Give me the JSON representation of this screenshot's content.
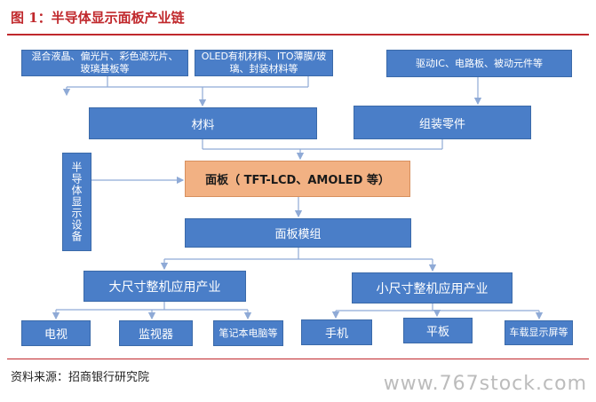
{
  "title": "图 1：半导体显示面板产业链",
  "source": "资料来源：招商银行研究院",
  "watermark": "www.767stock.com",
  "colors": {
    "box": "#4a7ec8",
    "highlight": "#f2b183",
    "connector": "#8faad6",
    "accent": "#c0282c"
  },
  "nodes": {
    "raw_materials_a": "混合液晶、偏光片、彩色滤光片、玻璃基板等",
    "raw_materials_b": "OLED有机材料、ITO薄膜/玻璃、封装材料等",
    "raw_components": "驱动IC、电路板、被动元件等",
    "materials": "材料",
    "components": "组装零件",
    "equipment": "半导体显示设备",
    "panel": "面板（ TFT-LCD、AMOLED 等）",
    "module": "面板模组",
    "large_app": "大尺寸整机应用产业",
    "small_app": "小尺寸整机应用产业",
    "tv": "电视",
    "monitor": "监视器",
    "laptop": "笔记本电脑等",
    "phone": "手机",
    "tablet": "平板",
    "car_display": "车载显示屏等"
  }
}
